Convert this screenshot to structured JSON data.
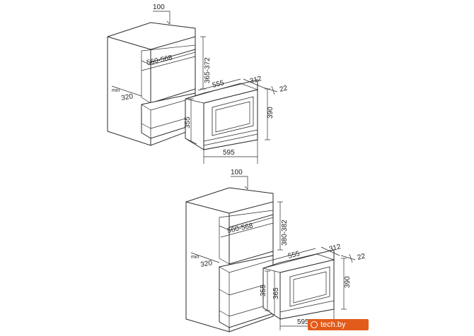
{
  "diagram_top": {
    "cabinet_depth_clearance": "100",
    "niche_width": "560-568",
    "niche_height": "365-372",
    "depth_min_prefix": "min",
    "depth_min": "320",
    "appliance_width_inner": "555",
    "appliance_depth": "312",
    "front_thickness": "22",
    "appliance_height": "390",
    "appliance_body_height": "355",
    "appliance_width": "595"
  },
  "diagram_bottom": {
    "cabinet_depth_clearance": "100",
    "niche_width": "560-568",
    "niche_height": "380-382",
    "depth_min_prefix": "min",
    "depth_min": "320",
    "appliance_width_inner": "555",
    "appliance_depth": "312",
    "front_thickness": "22",
    "appliance_height": "390",
    "appliance_body_height": "355",
    "appliance_body_height_2": "365",
    "appliance_width": "595"
  },
  "watermark": "tech.by"
}
